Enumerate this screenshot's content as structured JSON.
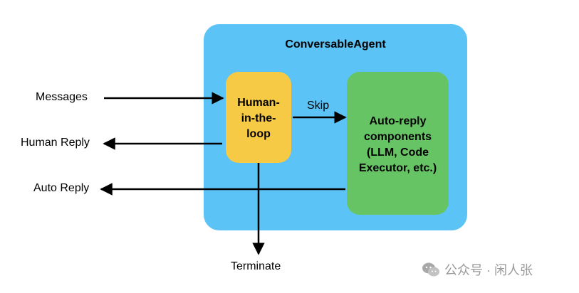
{
  "agent": {
    "title": "ConversableAgent"
  },
  "nodes": {
    "human_in_the_loop": "Human-\nin-the-\nloop",
    "auto_reply_components": "Auto-reply\ncomponents\n(LLM, Code\nExecutor, etc.)"
  },
  "edges": {
    "messages": "Messages",
    "human_reply": "Human Reply",
    "auto_reply": "Auto Reply",
    "skip": "Skip",
    "terminate": "Terminate"
  },
  "watermark": {
    "text": "公众号 · 闲人张",
    "icon": "wechat-icon"
  },
  "colors": {
    "agent_box": "#5bc3f5",
    "human_in_the_loop_box": "#f6ca45",
    "auto_reply_box": "#67c465",
    "arrow": "#000000",
    "watermark": "#9a9a9a"
  }
}
